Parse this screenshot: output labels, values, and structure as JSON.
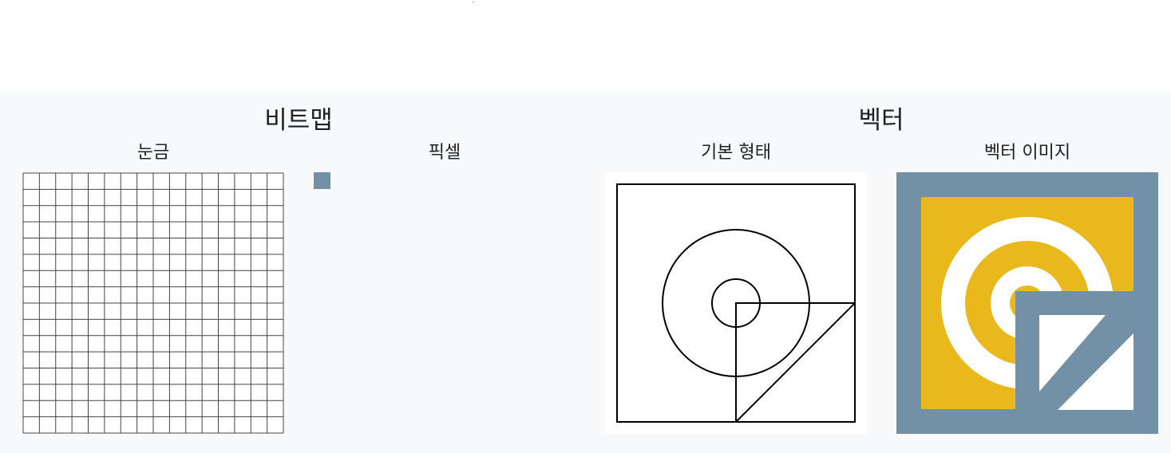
{
  "headings": {
    "bitmap": "비트맵",
    "vector": "벡터"
  },
  "captions": {
    "grid": "눈금",
    "pixels": "픽셀",
    "primitives": "기본 형태",
    "vector_image": "벡터 이미지"
  },
  "colors": {
    "slate": "#7291a6",
    "gold": "#e8b81c",
    "white": "#ffffff",
    "line": "#000000",
    "grid_line": "#444444",
    "background": "#f8f9fa"
  },
  "grid": {
    "cells": 16
  }
}
